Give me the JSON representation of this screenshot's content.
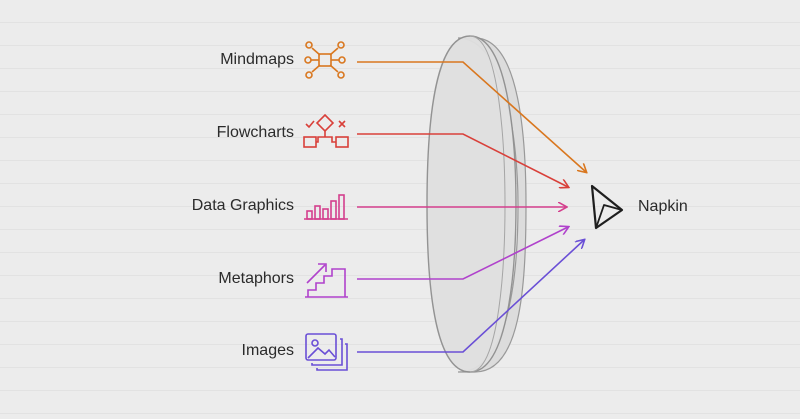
{
  "sources": [
    {
      "label": "Mindmaps",
      "icon": "mindmap-icon",
      "color": "#d9771f"
    },
    {
      "label": "Flowcharts",
      "icon": "flowchart-icon",
      "color": "#d9403a"
    },
    {
      "label": "Data Graphics",
      "icon": "bar-chart-icon",
      "color": "#d43f8d"
    },
    {
      "label": "Metaphors",
      "icon": "stairs-icon",
      "color": "#b042cc"
    },
    {
      "label": "Images",
      "icon": "image-icon",
      "color": "#6a4fd6"
    }
  ],
  "target": {
    "label": "Napkin",
    "icon": "napkin-logo-icon"
  },
  "center": {
    "icon": "lens-icon"
  }
}
